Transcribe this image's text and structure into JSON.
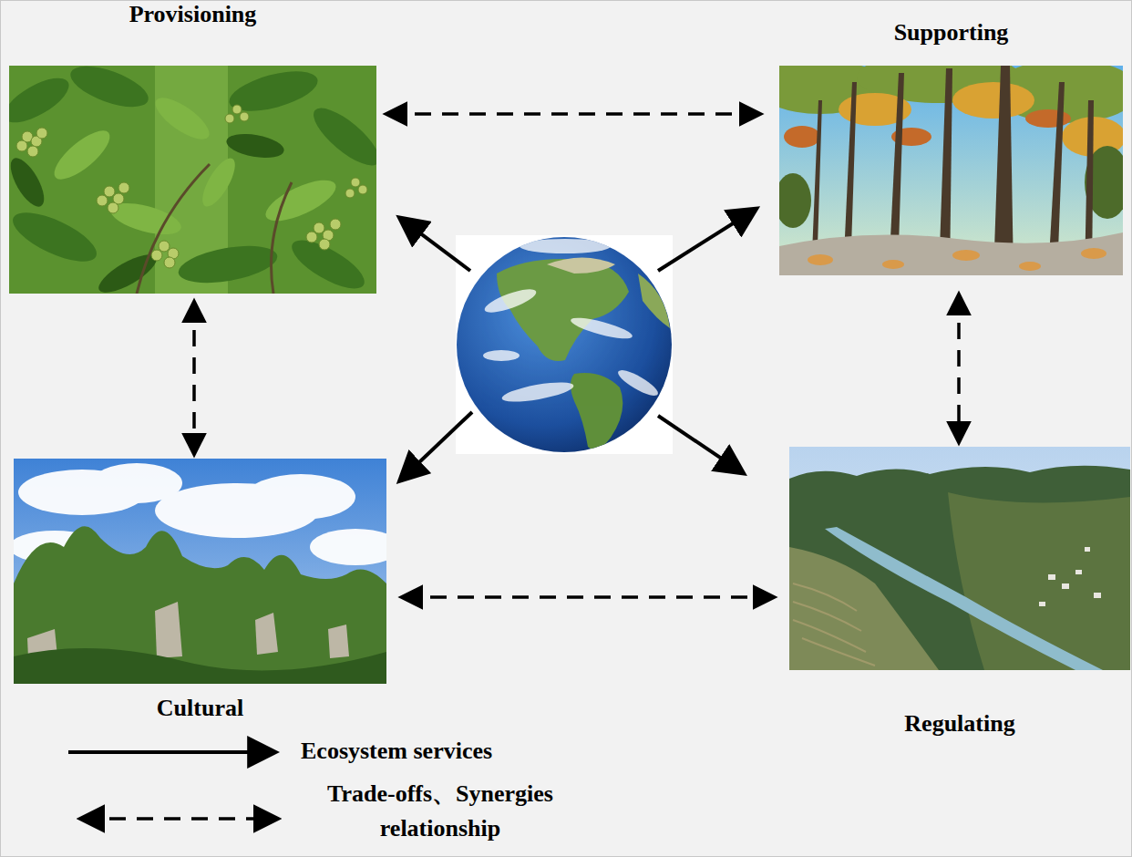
{
  "diagram": {
    "nodes": [
      {
        "text": [
          "Provisioning"
        ]
      },
      {
        "text": [
          "Supporting"
        ]
      },
      {
        "text": [
          "Cultural"
        ]
      },
      {
        "text": [
          "Regulating"
        ]
      }
    ],
    "edges": [
      {
        "from": 0,
        "to": 1,
        "arrow": "both"
      },
      {
        "from": 0,
        "to": 2,
        "arrow": "both"
      },
      {
        "from": 1,
        "to": 3,
        "arrow": "both"
      },
      {
        "from": 2,
        "to": 3,
        "arrow": "both"
      }
    ],
    "legend": [
      {
        "text": "Ecosystem services"
      },
      {
        "text": "Trade-offs、Synergies relationship"
      }
    ]
  }
}
